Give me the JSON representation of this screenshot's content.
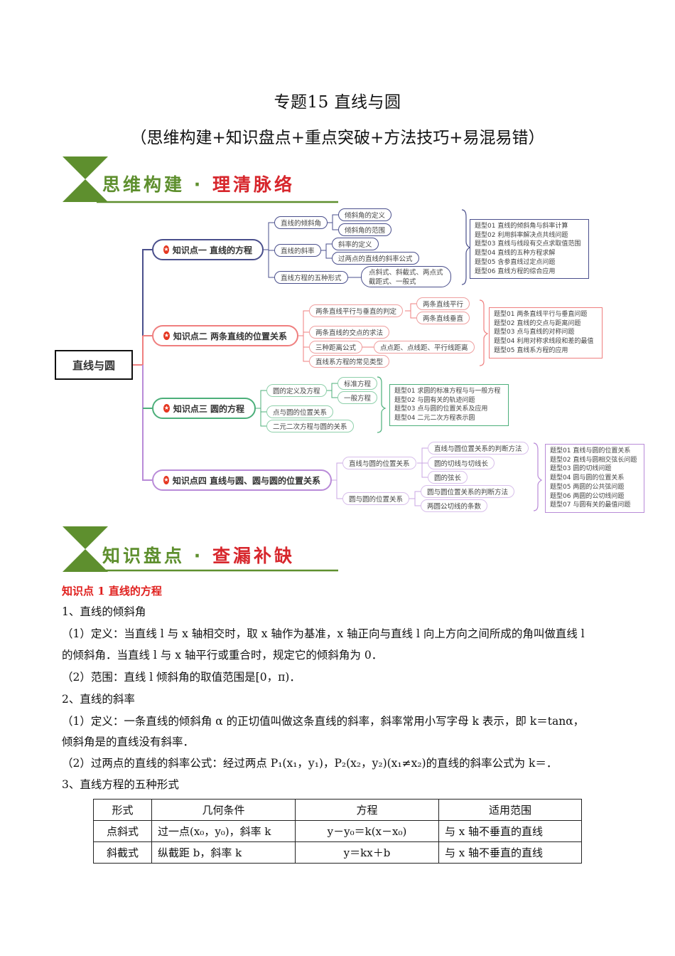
{
  "header": {
    "title": "专题15  直线与圆",
    "subtitle": "（思维构建+知识盘点+重点突破+方法技巧+易混易错）"
  },
  "banners": [
    {
      "left": "思维构建",
      "dot": "·",
      "right": "理清脉络"
    },
    {
      "left": "知识盘点",
      "dot": "·",
      "right": "查漏补缺"
    }
  ],
  "mindmap": {
    "root": "直线与圆",
    "branches": [
      {
        "label": "知识点一 直线的方程",
        "color": "#4a4f8c",
        "children": [
          {
            "label": "直线的倾斜角",
            "children": [
              "倾斜角的定义",
              "倾斜角的范围"
            ]
          },
          {
            "label": "直线的斜率",
            "children": [
              "斜率的定义",
              "过两点的直线的斜率公式"
            ]
          },
          {
            "label": "直线方程的五种形式",
            "children": [
              "点斜式、斜截式、两点式",
              "截距式、一般式"
            ]
          }
        ],
        "types": [
          "题型01  直线的倾斜角与斜率计算",
          "题型02  利用斜率解决点共线问题",
          "题型03  直线与线段有交点求取值范围",
          "题型04  直线的五种方程求解",
          "题型05  含参直线过定点问题",
          "题型06  直线方程的综合应用"
        ]
      },
      {
        "label": "知识点二 两条直线的位置关系",
        "color": "#ef7f7f",
        "children": [
          {
            "label": "两条直线平行与垂直的判定",
            "children": [
              "两条直线平行",
              "两条直线垂直"
            ]
          },
          {
            "label": "两条直线的交点的求法",
            "children": []
          },
          {
            "label": "三种距离公式",
            "children": [
              "点点距、点线距、平行线距离"
            ]
          },
          {
            "label": "直线系方程的常见类型",
            "children": []
          }
        ],
        "types": [
          "题型01  两条直线平行与垂直问题",
          "题型02  直线的交点与距离问题",
          "题型03  点与直线的对称问题",
          "题型04  利用对称求线段和差的最值",
          "题型05  直线系方程的应用"
        ]
      },
      {
        "label": "知识点三 圆的方程",
        "color": "#4caf7a",
        "children": [
          {
            "label": "圆的定义及方程",
            "children": [
              "标准方程",
              "一般方程"
            ]
          },
          {
            "label": "点与圆的位置关系",
            "children": []
          },
          {
            "label": "二元二次方程与圆的关系",
            "children": []
          }
        ],
        "types": [
          "题型01  求圆的标准方程与与一般方程",
          "题型02  与圆有关的轨迹问题",
          "题型03  点与圆的位置关系及应用",
          "题型04  二元二次方程表示圆"
        ]
      },
      {
        "label": "知识点四 直线与圆、圆与圆的位置关系",
        "color": "#b98bd8",
        "children": [
          {
            "label": "直线与圆的位置关系",
            "children": [
              "直线与圆位置关系的判断方法",
              "圆的切线与切线长",
              "圆的弦长"
            ]
          },
          {
            "label": "圆与圆的位置关系",
            "children": [
              "圆与圆位置关系的判断方法",
              "两圆公切线的条数"
            ]
          }
        ],
        "types": [
          "题型01  直线与圆的位置关系",
          "题型02  直线与圆相交弦长问题",
          "题型03  圆的切线问题",
          "题型04  圆与圆的位置关系",
          "题型05  两圆的公共弦问题",
          "题型06  两圆的公切线问题",
          "题型07  与圆有关的最值问题"
        ]
      }
    ]
  },
  "content": {
    "section_title": "知识点 1  直线的方程",
    "h1": "1、直线的倾斜角",
    "p1a": "（1）定义：当直线 l 与 x 轴相交时，取 x 轴作为基准，x 轴正向与直线 l 向上方向之间所成的角叫做直线 l",
    "p1b": "的倾斜角．当直线 l 与 x 轴平行或重合时，规定它的倾斜角为 0．",
    "p2": "（2）范围：直线 l 倾斜角的取值范围是[0，π)．",
    "h2": "2、直线的斜率",
    "p3a": "（1）定义：一条直线的倾斜角 α 的正切值叫做这条直线的斜率，斜率常用小写字母 k 表示，即 k＝tanα，",
    "p3b": "倾斜角是的直线没有斜率．",
    "p4": "（2）过两点的直线的斜率公式：经过两点 P₁(x₁，y₁)，P₂(x₂，y₂)(x₁≠x₂)的直线的斜率公式为 k＝．",
    "h3": "3、直线方程的五种形式"
  },
  "table": {
    "headers": [
      "形式",
      "几何条件",
      "方程",
      "适用范围"
    ],
    "rows": [
      [
        "点斜式",
        "过一点(x₀，y₀)，斜率 k",
        "y－y₀＝k(x－x₀)",
        "与 x 轴不垂直的直线"
      ],
      [
        "斜截式",
        "纵截距 b，斜率 k",
        "y＝kx＋b",
        "与 x 轴不垂直的直线"
      ]
    ]
  }
}
